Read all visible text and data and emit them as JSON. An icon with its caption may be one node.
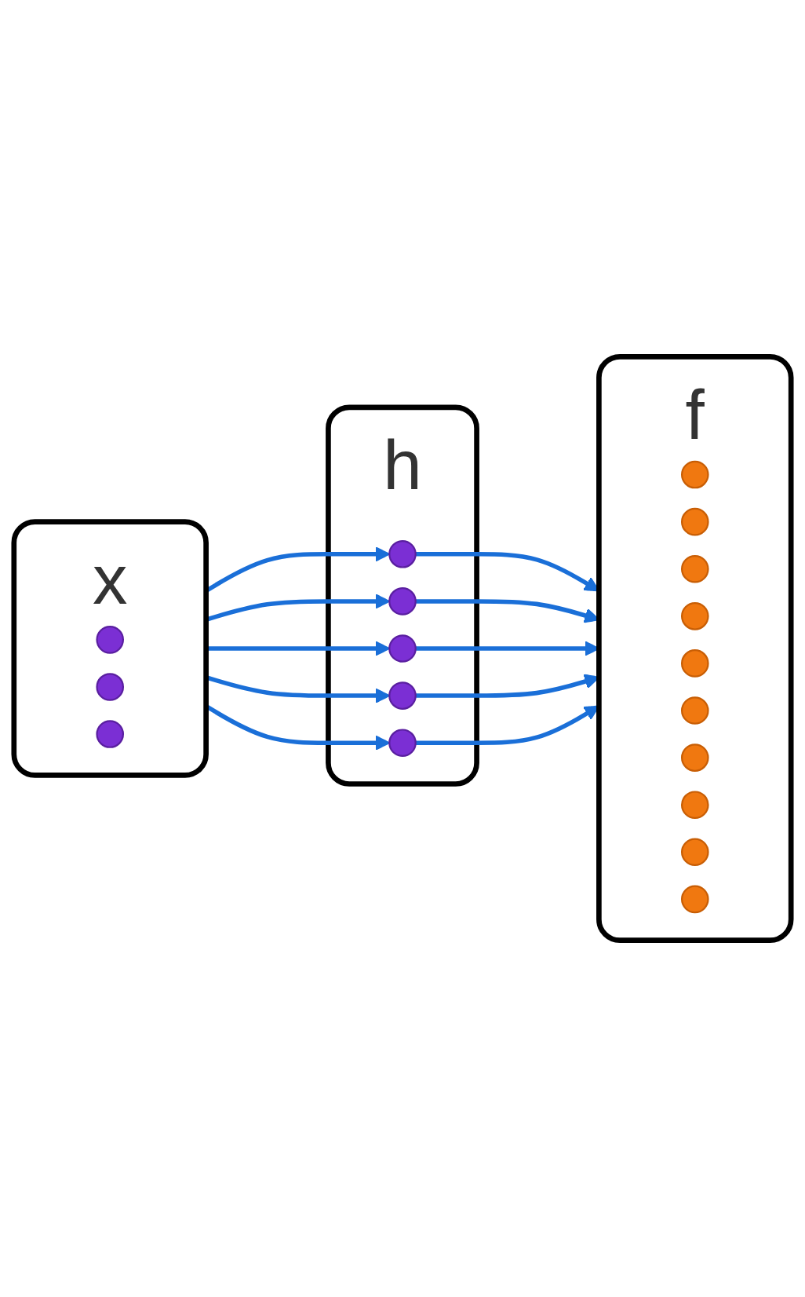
{
  "diagram": {
    "nodes": [
      {
        "text": [
          "x"
        ]
      },
      {
        "text": [],
        "shape": "circle",
        "in": 0
      },
      {
        "text": [],
        "shape": "circle",
        "in": 0
      },
      {
        "text": [],
        "shape": "circle",
        "in": 0
      },
      {
        "text": [
          "h"
        ]
      },
      {
        "text": [],
        "shape": "circle",
        "in": 4
      },
      {
        "text": [],
        "shape": "circle",
        "in": 4
      },
      {
        "text": [],
        "shape": "circle",
        "in": 4
      },
      {
        "text": [],
        "shape": "circle",
        "in": 4
      },
      {
        "text": [],
        "shape": "circle",
        "in": 4
      },
      {
        "text": [
          "f"
        ]
      },
      {
        "text": [],
        "shape": "circle",
        "in": 10
      },
      {
        "text": [],
        "shape": "circle",
        "in": 10
      },
      {
        "text": [],
        "shape": "circle",
        "in": 10
      },
      {
        "text": [],
        "shape": "circle",
        "in": 10
      },
      {
        "text": [],
        "shape": "circle",
        "in": 10
      },
      {
        "text": [],
        "shape": "circle",
        "in": 10
      },
      {
        "text": [],
        "shape": "circle",
        "in": 10
      },
      {
        "text": [],
        "shape": "circle",
        "in": 10
      },
      {
        "text": [],
        "shape": "circle",
        "in": 10
      },
      {
        "text": [],
        "shape": "circle",
        "in": 10
      }
    ],
    "edges": [
      {
        "from": 0,
        "to": 5,
        "arrow": "to"
      },
      {
        "from": 0,
        "to": 6,
        "arrow": "to"
      },
      {
        "from": 0,
        "to": 7,
        "arrow": "to"
      },
      {
        "from": 0,
        "to": 8,
        "arrow": "to"
      },
      {
        "from": 0,
        "to": 9,
        "arrow": "to"
      },
      {
        "from": 5,
        "to": 10,
        "arrow": "to"
      },
      {
        "from": 6,
        "to": 10,
        "arrow": "to"
      },
      {
        "from": 7,
        "to": 10,
        "arrow": "to"
      },
      {
        "from": 8,
        "to": 10,
        "arrow": "to"
      },
      {
        "from": 9,
        "to": 10,
        "arrow": "to"
      }
    ]
  }
}
